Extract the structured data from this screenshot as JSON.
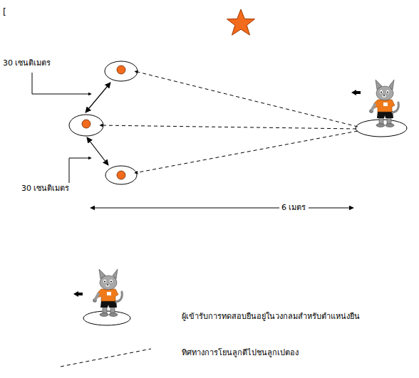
{
  "diagram": {
    "labels": [
      "[",
      "30 เซนติเมตร",
      "30 เซนติเมตร",
      "6 เมตร"
    ],
    "legend": [
      {
        "text": "ผู้เข้ารับการทดสอบยืนอยู่ในวงกลมสำหรับตำแหน่งยืน"
      },
      {
        "text": "ทิศทางการโยนลูกตีไปชนลูกเปตอง"
      }
    ]
  }
}
